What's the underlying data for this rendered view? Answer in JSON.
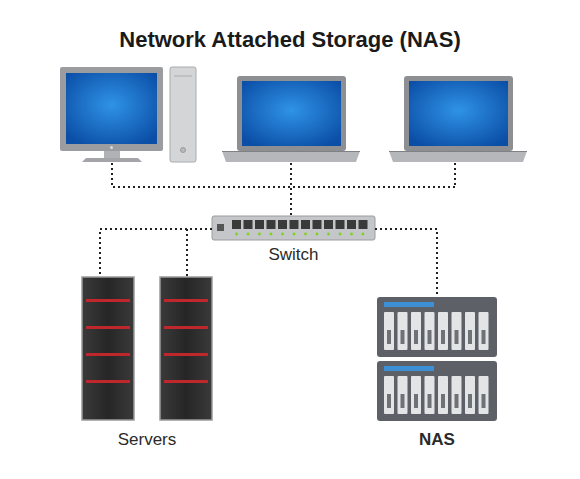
{
  "diagram": {
    "title": "Network Attached Storage (NAS)",
    "nodes": [
      {
        "text": [
          "Switch"
        ]
      },
      {
        "text": [
          "Servers"
        ]
      },
      {
        "text": [
          "NAS"
        ]
      }
    ],
    "edges": [
      {
        "from": 0,
        "to": 1,
        "arrow": "none"
      },
      {
        "from": 0,
        "to": 2,
        "arrow": "none"
      }
    ]
  }
}
